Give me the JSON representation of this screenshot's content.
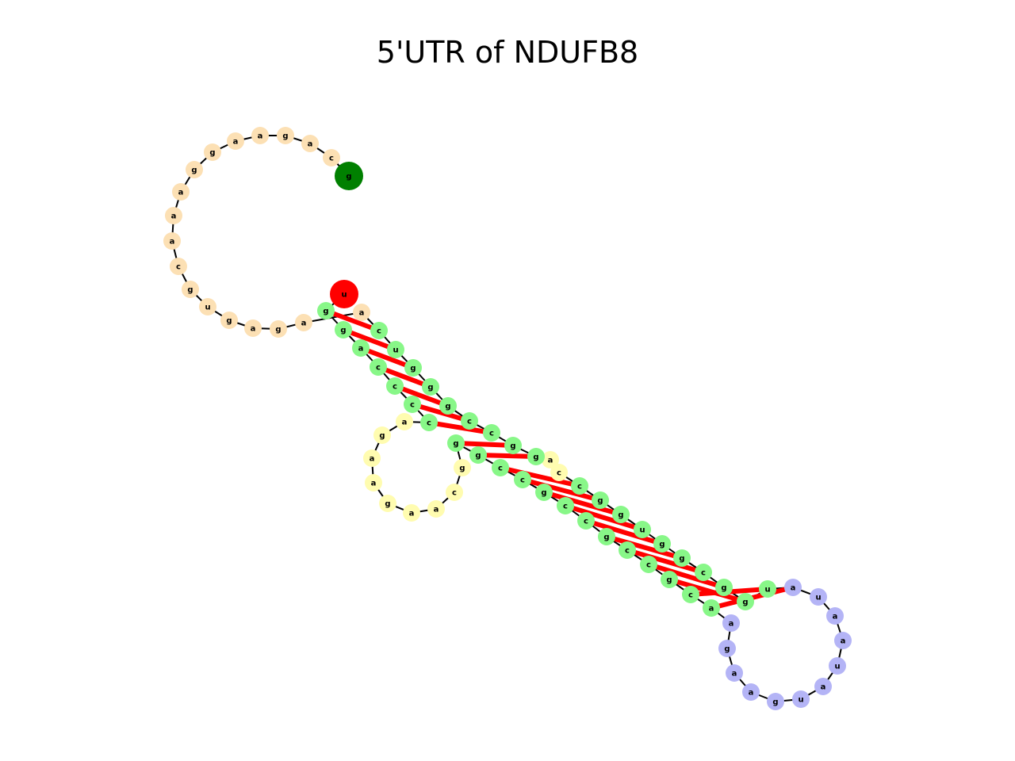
{
  "title": "5'UTR of NDUFB8",
  "colors": {
    "backbone": "#000000",
    "pair_bond": "#ff0000",
    "stem": "#88f788",
    "exterior_loop": "#fce0b4",
    "interior_loop": "#fffcb0",
    "hairpin_loop": "#b4b4f6",
    "five_prime_end": "#ff0000",
    "three_prime_end": "#008000"
  },
  "nucleotides": [
    {
      "base": "u",
      "region": "five_prime_end"
    },
    {
      "base": "g",
      "region": "stem"
    },
    {
      "base": "g",
      "region": "stem"
    },
    {
      "base": "a",
      "region": "stem"
    },
    {
      "base": "c",
      "region": "stem"
    },
    {
      "base": "c",
      "region": "stem"
    },
    {
      "base": "c",
      "region": "stem"
    },
    {
      "base": "c",
      "region": "stem"
    },
    {
      "base": "a",
      "region": "interior_loop"
    },
    {
      "base": "g",
      "region": "interior_loop"
    },
    {
      "base": "a",
      "region": "interior_loop"
    },
    {
      "base": "a",
      "region": "interior_loop"
    },
    {
      "base": "g",
      "region": "interior_loop"
    },
    {
      "base": "a",
      "region": "interior_loop"
    },
    {
      "base": "a",
      "region": "interior_loop"
    },
    {
      "base": "c",
      "region": "interior_loop"
    },
    {
      "base": "g",
      "region": "interior_loop"
    },
    {
      "base": "g",
      "region": "stem"
    },
    {
      "base": "g",
      "region": "stem"
    },
    {
      "base": "c",
      "region": "stem"
    },
    {
      "base": "c",
      "region": "stem"
    },
    {
      "base": "g",
      "region": "stem"
    },
    {
      "base": "c",
      "region": "stem"
    },
    {
      "base": "c",
      "region": "stem"
    },
    {
      "base": "g",
      "region": "stem"
    },
    {
      "base": "c",
      "region": "stem"
    },
    {
      "base": "c",
      "region": "stem"
    },
    {
      "base": "g",
      "region": "stem"
    },
    {
      "base": "c",
      "region": "stem"
    },
    {
      "base": "a",
      "region": "stem"
    },
    {
      "base": "a",
      "region": "hairpin_loop"
    },
    {
      "base": "g",
      "region": "hairpin_loop"
    },
    {
      "base": "a",
      "region": "hairpin_loop"
    },
    {
      "base": "a",
      "region": "hairpin_loop"
    },
    {
      "base": "g",
      "region": "hairpin_loop"
    },
    {
      "base": "u",
      "region": "hairpin_loop"
    },
    {
      "base": "a",
      "region": "hairpin_loop"
    },
    {
      "base": "u",
      "region": "hairpin_loop"
    },
    {
      "base": "a",
      "region": "hairpin_loop"
    },
    {
      "base": "a",
      "region": "hairpin_loop"
    },
    {
      "base": "u",
      "region": "hairpin_loop"
    },
    {
      "base": "a",
      "region": "hairpin_loop"
    },
    {
      "base": "u",
      "region": "stem"
    },
    {
      "base": "g",
      "region": "stem"
    },
    {
      "base": "g",
      "region": "stem"
    },
    {
      "base": "c",
      "region": "stem"
    },
    {
      "base": "g",
      "region": "stem"
    },
    {
      "base": "g",
      "region": "stem"
    },
    {
      "base": "u",
      "region": "stem"
    },
    {
      "base": "g",
      "region": "stem"
    },
    {
      "base": "g",
      "region": "stem"
    },
    {
      "base": "c",
      "region": "stem"
    },
    {
      "base": "c",
      "region": "interior_loop"
    },
    {
      "base": "a",
      "region": "interior_loop"
    },
    {
      "base": "g",
      "region": "stem"
    },
    {
      "base": "g",
      "region": "stem"
    },
    {
      "base": "c",
      "region": "stem"
    },
    {
      "base": "c",
      "region": "stem"
    },
    {
      "base": "g",
      "region": "stem"
    },
    {
      "base": "g",
      "region": "stem"
    },
    {
      "base": "g",
      "region": "stem"
    },
    {
      "base": "u",
      "region": "stem"
    },
    {
      "base": "c",
      "region": "stem"
    },
    {
      "base": "a",
      "region": "exterior_loop"
    },
    {
      "base": "a",
      "region": "exterior_loop"
    },
    {
      "base": "g",
      "region": "exterior_loop"
    },
    {
      "base": "a",
      "region": "exterior_loop"
    },
    {
      "base": "g",
      "region": "exterior_loop"
    },
    {
      "base": "u",
      "region": "exterior_loop"
    },
    {
      "base": "g",
      "region": "exterior_loop"
    },
    {
      "base": "c",
      "region": "exterior_loop"
    },
    {
      "base": "a",
      "region": "exterior_loop"
    },
    {
      "base": "a",
      "region": "exterior_loop"
    },
    {
      "base": "a",
      "region": "exterior_loop"
    },
    {
      "base": "g",
      "region": "exterior_loop"
    },
    {
      "base": "g",
      "region": "exterior_loop"
    },
    {
      "base": "a",
      "region": "exterior_loop"
    },
    {
      "base": "a",
      "region": "exterior_loop"
    },
    {
      "base": "g",
      "region": "exterior_loop"
    },
    {
      "base": "a",
      "region": "exterior_loop"
    },
    {
      "base": "c",
      "region": "exterior_loop"
    },
    {
      "base": "g",
      "region": "three_prime_end"
    }
  ],
  "base_pairs": [
    [
      1,
      62
    ],
    [
      2,
      61
    ],
    [
      3,
      60
    ],
    [
      4,
      59
    ],
    [
      5,
      58
    ],
    [
      6,
      57
    ],
    [
      7,
      56
    ],
    [
      17,
      55
    ],
    [
      18,
      54
    ],
    [
      19,
      51
    ],
    [
      20,
      50
    ],
    [
      21,
      49
    ],
    [
      22,
      48
    ],
    [
      23,
      47
    ],
    [
      24,
      46
    ],
    [
      25,
      45
    ],
    [
      26,
      44
    ],
    [
      27,
      43
    ],
    [
      28,
      42
    ],
    [
      29,
      41
    ]
  ]
}
